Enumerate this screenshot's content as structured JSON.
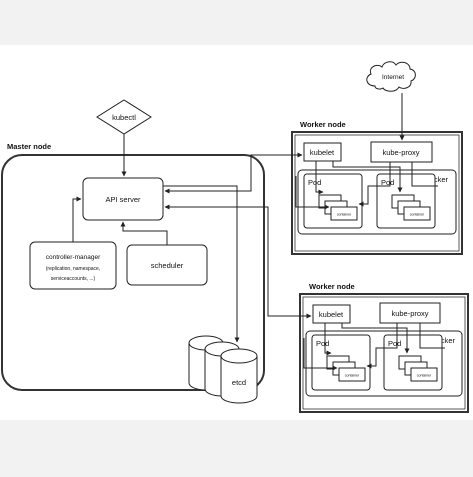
{
  "master": {
    "label": "Master node",
    "kubectl": "kubectl",
    "api_server": "API server",
    "controller_manager": {
      "name": "controller-manager",
      "detail1": "(replication, namespace,",
      "detail2": "serviceaccounts, ...)"
    },
    "scheduler": "scheduler",
    "etcd": "etcd"
  },
  "internet": "Internet",
  "workers": [
    {
      "label": "Worker node",
      "kubelet": "kubelet",
      "kube_proxy": "kube-proxy",
      "docker": "docker",
      "pods": [
        {
          "label": "Pod",
          "container": "container"
        },
        {
          "label": "Pod",
          "container": "container"
        }
      ]
    },
    {
      "label": "Worker node",
      "kubelet": "kubelet",
      "kube_proxy": "kube-proxy",
      "docker": "docker",
      "pods": [
        {
          "label": "Pod",
          "container": "container"
        },
        {
          "label": "Pod",
          "container": "container"
        }
      ]
    }
  ]
}
